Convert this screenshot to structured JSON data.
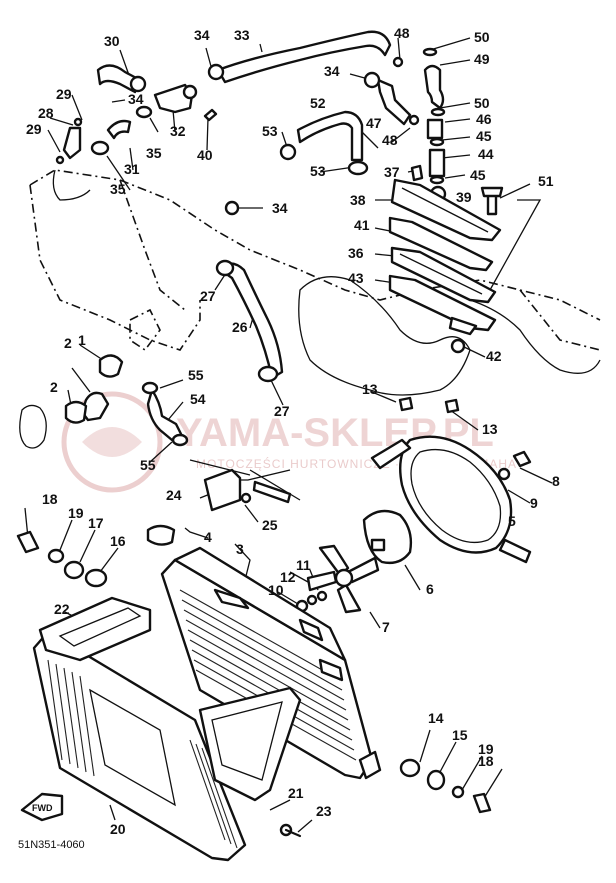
{
  "diagram": {
    "part_code": "51N351-4060",
    "front_marker": "FWD",
    "watermark": {
      "text": "YAMA-SKLEP.PL",
      "subtext": "MOTOCZĘŚCI HURTOWNICZE · SKLEP · YAMAHA"
    },
    "callouts": [
      {
        "n": "1"
      },
      {
        "n": "2"
      },
      {
        "n": "2"
      },
      {
        "n": "3"
      },
      {
        "n": "4"
      },
      {
        "n": "5"
      },
      {
        "n": "6"
      },
      {
        "n": "7"
      },
      {
        "n": "8"
      },
      {
        "n": "9"
      },
      {
        "n": "10"
      },
      {
        "n": "11"
      },
      {
        "n": "12"
      },
      {
        "n": "13"
      },
      {
        "n": "13"
      },
      {
        "n": "14"
      },
      {
        "n": "15"
      },
      {
        "n": "16"
      },
      {
        "n": "17"
      },
      {
        "n": "18"
      },
      {
        "n": "18"
      },
      {
        "n": "19"
      },
      {
        "n": "19"
      },
      {
        "n": "20"
      },
      {
        "n": "21"
      },
      {
        "n": "22"
      },
      {
        "n": "23"
      },
      {
        "n": "24"
      },
      {
        "n": "25"
      },
      {
        "n": "26"
      },
      {
        "n": "27"
      },
      {
        "n": "27"
      },
      {
        "n": "28"
      },
      {
        "n": "29"
      },
      {
        "n": "29"
      },
      {
        "n": "30"
      },
      {
        "n": "31"
      },
      {
        "n": "32"
      },
      {
        "n": "33"
      },
      {
        "n": "34"
      },
      {
        "n": "34"
      },
      {
        "n": "34"
      },
      {
        "n": "34"
      },
      {
        "n": "35"
      },
      {
        "n": "35"
      },
      {
        "n": "36"
      },
      {
        "n": "37"
      },
      {
        "n": "38"
      },
      {
        "n": "39"
      },
      {
        "n": "40"
      },
      {
        "n": "41"
      },
      {
        "n": "42"
      },
      {
        "n": "43"
      },
      {
        "n": "44"
      },
      {
        "n": "45"
      },
      {
        "n": "45"
      },
      {
        "n": "46"
      },
      {
        "n": "47"
      },
      {
        "n": "48"
      },
      {
        "n": "48"
      },
      {
        "n": "49"
      },
      {
        "n": "50"
      },
      {
        "n": "50"
      },
      {
        "n": "51"
      },
      {
        "n": "52"
      },
      {
        "n": "53"
      },
      {
        "n": "53"
      },
      {
        "n": "54"
      },
      {
        "n": "55"
      },
      {
        "n": "55"
      }
    ]
  },
  "colors": {
    "ink": "#111111",
    "paper": "#ffffff",
    "watermark": "#d9a0a0"
  }
}
